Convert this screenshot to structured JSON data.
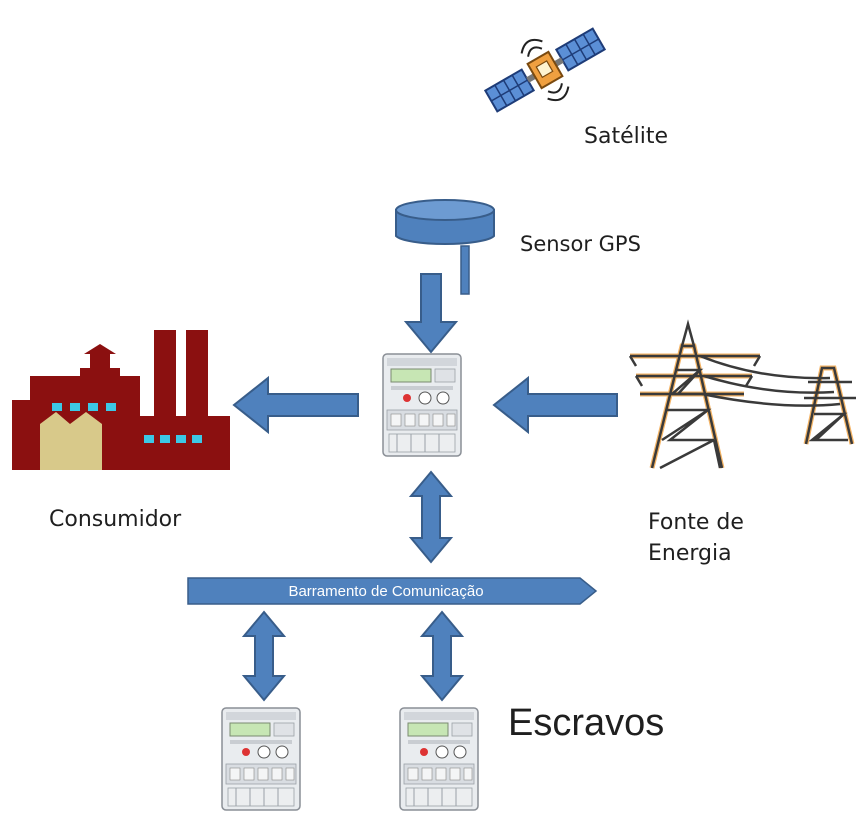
{
  "labels": {
    "satellite": "Satélite",
    "gps_sensor": "Sensor GPS",
    "consumer": "Consumidor",
    "energy_source_line1": "Fonte de",
    "energy_source_line2": "Energia",
    "slaves": "Escravos"
  },
  "bus": {
    "label": "Barramento de Comunicação"
  },
  "colors": {
    "arrow_fill": "#4f81bd",
    "arrow_stroke": "#385d8a",
    "factory_red": "#8b1010",
    "factory_window": "#3cc8e6",
    "factory_wall": "#d8c98a",
    "tower_steel": "#3a3a3a",
    "tower_glow": "#f2a64a"
  },
  "icons": [
    "satellite-icon",
    "gps-antenna-icon",
    "energy-meter-icon",
    "factory-icon",
    "power-tower-icon"
  ]
}
